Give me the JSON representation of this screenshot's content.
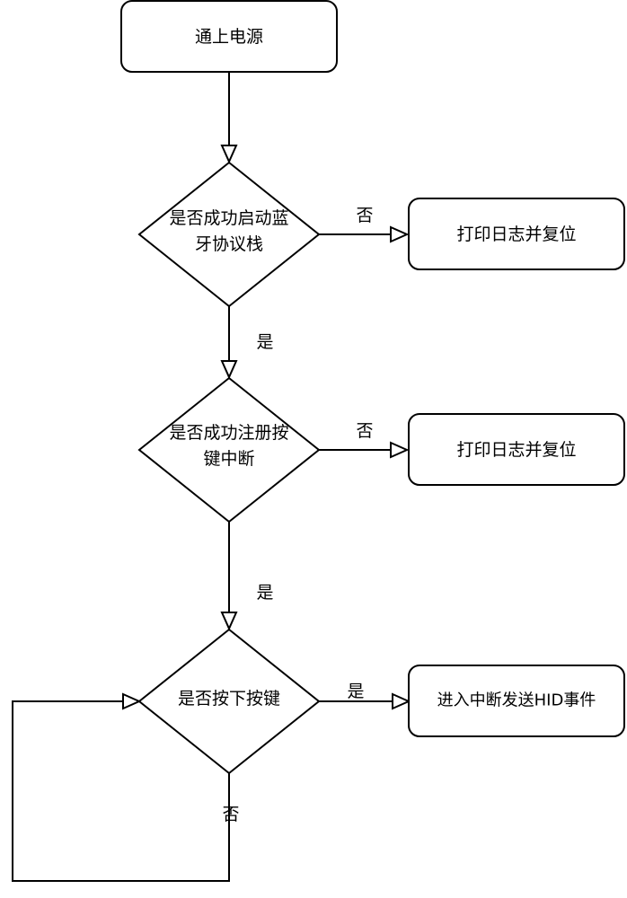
{
  "nodes": {
    "power_on": "通上电源",
    "check_bt_line1": "是否成功启动蓝",
    "check_bt_line2": "牙协议栈",
    "log_reset_1": "打印日志并复位",
    "check_key_line1": "是否成功注册按",
    "check_key_line2": "键中断",
    "log_reset_2": "打印日志并复位",
    "check_press": "是否按下按键",
    "send_hid": "进入中断发送HID事件"
  },
  "edges": {
    "bt_no": "否",
    "bt_yes": "是",
    "key_no": "否",
    "key_yes": "是",
    "press_yes": "是",
    "press_no": "否"
  }
}
